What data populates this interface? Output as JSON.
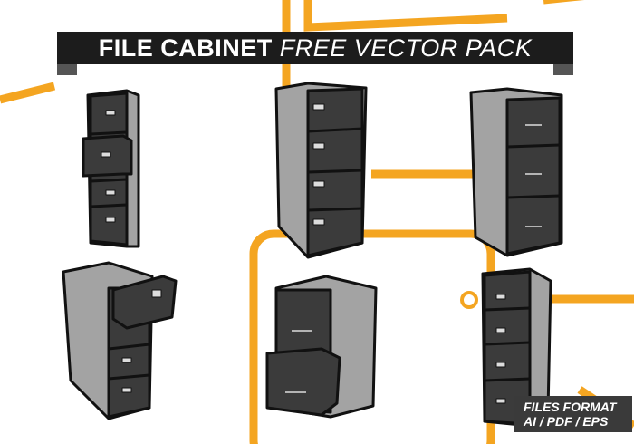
{
  "title": {
    "bold": "FILE CABINET",
    "italic": "FREE VECTOR PACK"
  },
  "formats": {
    "line1": "FILES FORMAT",
    "line2": "AI / PDF / EPS"
  },
  "colors": {
    "accent": "#f4a521",
    "banner": "#1c1c1c",
    "front": "#3b3b3b",
    "side": "#a3a3a3",
    "outline": "#111111"
  }
}
